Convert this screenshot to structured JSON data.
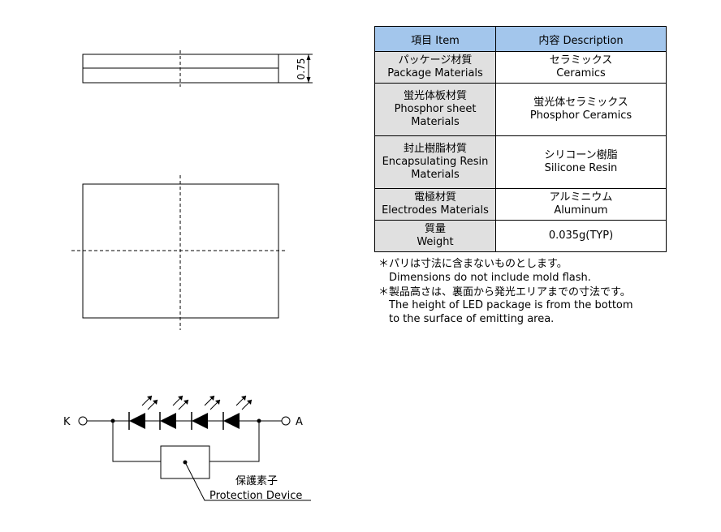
{
  "drawing": {
    "dimension": "0.75",
    "circuit": {
      "cathode": "K",
      "anode": "A"
    },
    "protection_jp": "保護素子",
    "protection_en": "Protection Device"
  },
  "table": {
    "header_item": "項目 Item",
    "header_desc": "内容 Description",
    "rows": [
      {
        "item": [
          "パッケージ材質",
          "Package Materials"
        ],
        "desc": [
          "セラミックス",
          "Ceramics"
        ]
      },
      {
        "item": [
          "蛍光体板材質",
          "Phosphor sheet",
          "Materials"
        ],
        "desc": [
          "蛍光体セラミックス",
          "Phosphor Ceramics"
        ]
      },
      {
        "item": [
          "封止樹脂材質",
          "Encapsulating Resin",
          "Materials"
        ],
        "desc": [
          "シリコーン樹脂",
          "Silicone Resin"
        ]
      },
      {
        "item": [
          "電極材質",
          "Electrodes Materials"
        ],
        "desc": [
          "アルミニウム",
          "Aluminum"
        ]
      },
      {
        "item": [
          "質量",
          "Weight"
        ],
        "desc": [
          "0.035g(TYP)"
        ]
      }
    ]
  },
  "notes": [
    [
      "＊パリは寸法に含まないものとします。",
      "Dimensions do not include mold flash."
    ],
    [
      "＊製品高さは、裏面から発光エリアまでの寸法です。",
      "The height of LED package is from the bottom",
      "to the surface of emitting area."
    ]
  ]
}
